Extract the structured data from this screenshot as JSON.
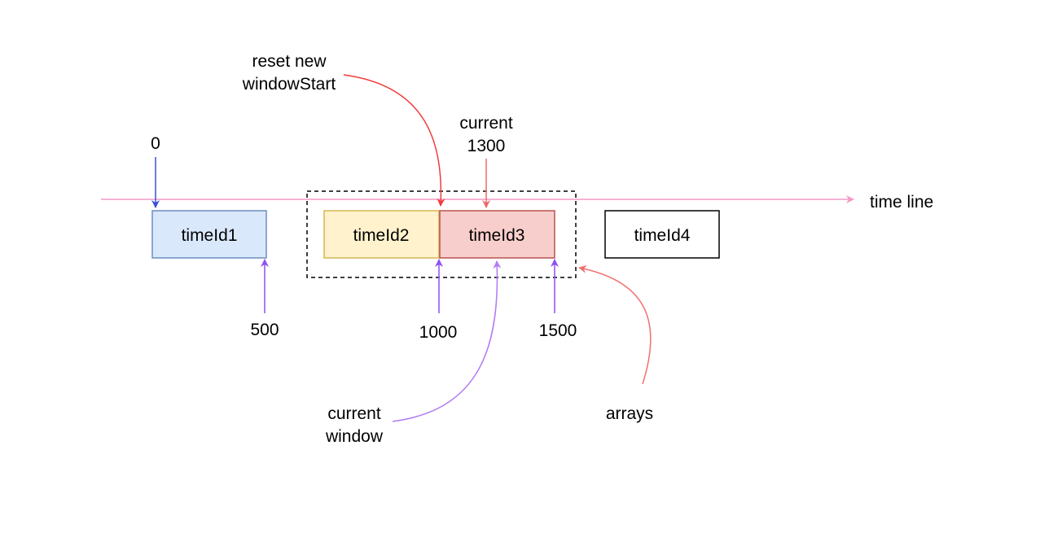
{
  "labels": {
    "zero": "0",
    "reset_line1": "reset new",
    "reset_line2": "windowStart",
    "current_line1": "current",
    "current_line2": "1300",
    "timeline": "time line",
    "t500": "500",
    "t1000": "1000",
    "t1500": "1500",
    "cw_line1": "current",
    "cw_line2": "window",
    "arrays": "arrays"
  },
  "boxes": [
    {
      "label": "timeId1",
      "fill": "#dae8fc",
      "stroke": "#6c8ebf"
    },
    {
      "label": "timeId2",
      "fill": "#fff2cc",
      "stroke": "#d6b656"
    },
    {
      "label": "timeId3",
      "fill": "#f8cecc",
      "stroke": "#b85450"
    },
    {
      "label": "timeId4",
      "fill": "#ffffff",
      "stroke": "#000000"
    }
  ],
  "colors": {
    "timeline": "#f49ac8",
    "zero_arrow": "#3b4fd6",
    "tick_arrows": "#8f4ff0",
    "reset_arrow": "#f03c3c",
    "current_arrow": "#ea6b6b",
    "current_window_arrow": "#b27cf5",
    "arrays_arrow": "#f07070"
  }
}
